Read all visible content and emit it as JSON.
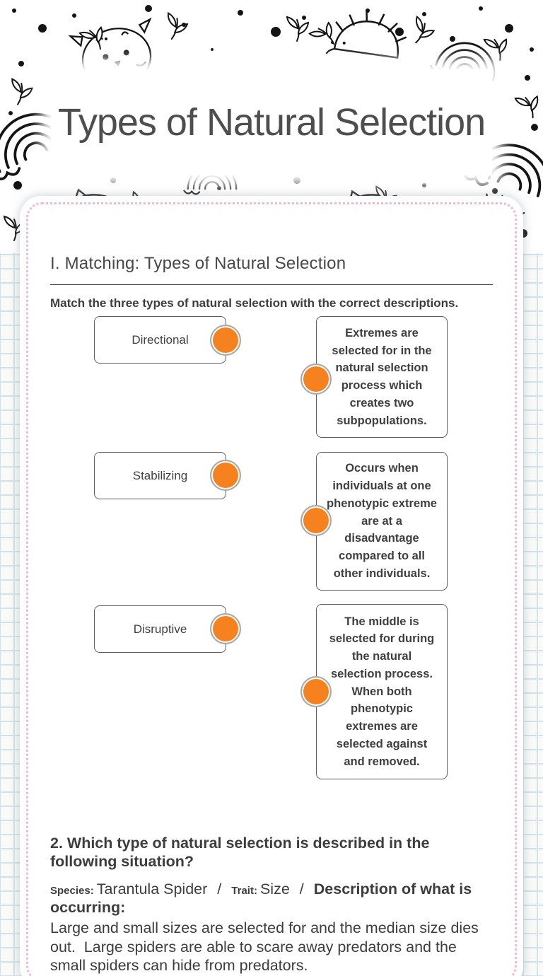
{
  "header": {
    "title": "Types of Natural Selection"
  },
  "worksheet": {
    "section1": {
      "heading": "I. Matching: Types of Natural Selection",
      "instructions": "Match the three types of natural selection with the correct descriptions.",
      "terms": [
        "Directional",
        "Stabilizing",
        "Disruptive"
      ],
      "descriptions": [
        "Extremes are selected for in the natural selection process which creates two subpopulations.",
        "Occurs when individuals at one phenotypic extreme are at a disadvantage compared to all other individuals.",
        "The middle is selected for during the natural selection process. When both phenotypic extremes are selected against and removed."
      ]
    },
    "question2": {
      "heading": "2. Which type of natural selection is described in the following situation?",
      "species_label": "Species:",
      "species_value": "Tarantula Spider",
      "trait_label": "Trait:",
      "trait_value": "Size",
      "separator": "/",
      "description_label": "Description of what is occurring:",
      "description_text": "Large and small sizes are selected for and the median size dies out.  Large spiders are able to scare away predators and the small spiders can hide from predators."
    }
  },
  "theme": {
    "accent_orange": "#f5821f",
    "border_pink": "#f7b6ca",
    "grid_blue": "#cfe4ec",
    "text_color": "#3d3d3d"
  }
}
